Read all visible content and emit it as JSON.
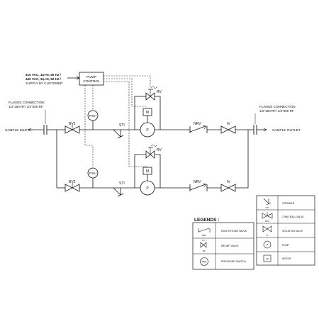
{
  "supply": {
    "line1": "415 VAC, 3φ+N, 50 Hz /",
    "line2": "440 VAC, 3φ+N, 50 Hz /",
    "line3": "SUPPLY BY CUSTOMER"
  },
  "pump_control": {
    "line1": "PUMP",
    "line2": "CONTROL"
  },
  "flange_in": {
    "line1": "FLANGE CONNECTION",
    "line2": "1/2\"150 RF/ 1/2\"300 RF"
  },
  "flange_out": {
    "line1": "FLANGE CONNECTION",
    "line2": "1/2\"150 RF/ 1/2\"300 RF"
  },
  "sample_inlet": "SAMPLE INLET",
  "sample_outlet": "SAMPLE OUTLET",
  "tags": {
    "bv2": "BV2",
    "sti": "STI",
    "psh": "PSH",
    "rv": "RV",
    "p": "P",
    "m": "M",
    "nrv": "NRV",
    "iv": "IV"
  },
  "legends": {
    "title": "LEGENDS :",
    "left": [
      {
        "symbol_tag": "NRV",
        "label": "NON RETURN VALVE"
      },
      {
        "symbol_tag": "RV",
        "label": "RELIEF VALVE"
      },
      {
        "symbol_tag": "PSH",
        "label": "PRESSURE SWITCH"
      }
    ],
    "right": [
      {
        "symbol_tag": "STI",
        "label": "STRAINER"
      },
      {
        "symbol_tag": "BV2",
        "label": "2 WAY BALL VALVE"
      },
      {
        "symbol_tag": "IV",
        "label": "ISOLATION VALVE"
      },
      {
        "symbol_tag": "P",
        "label": "PUMP"
      },
      {
        "symbol_tag": "M",
        "label": "MOTOR"
      }
    ]
  }
}
